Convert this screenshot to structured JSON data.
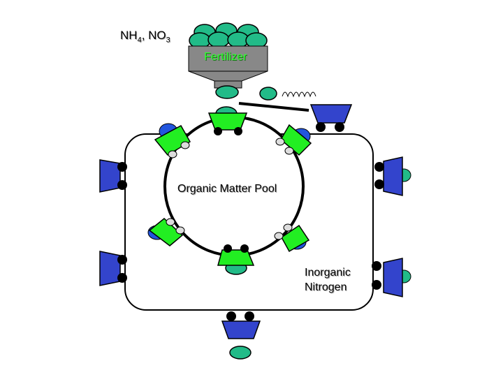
{
  "formula": {
    "nh": "NH",
    "nh_sub": "4",
    "sep": ", NO",
    "no_sub": "3"
  },
  "fertilizer": {
    "label": "Fertilizer"
  },
  "pools": {
    "organic_label": "Organic Matter Pool",
    "inorganic_line1": "Inorganic",
    "inorganic_line2": "Nitrogen"
  },
  "colors": {
    "molecule": "#22bb88",
    "cart_green": "#22ee22",
    "cart_blue": "#3344cc",
    "wheel": "#000000",
    "hopper": "#888888",
    "fertilizer_text": "#33ff33",
    "blob_blue": "#2255dd"
  }
}
